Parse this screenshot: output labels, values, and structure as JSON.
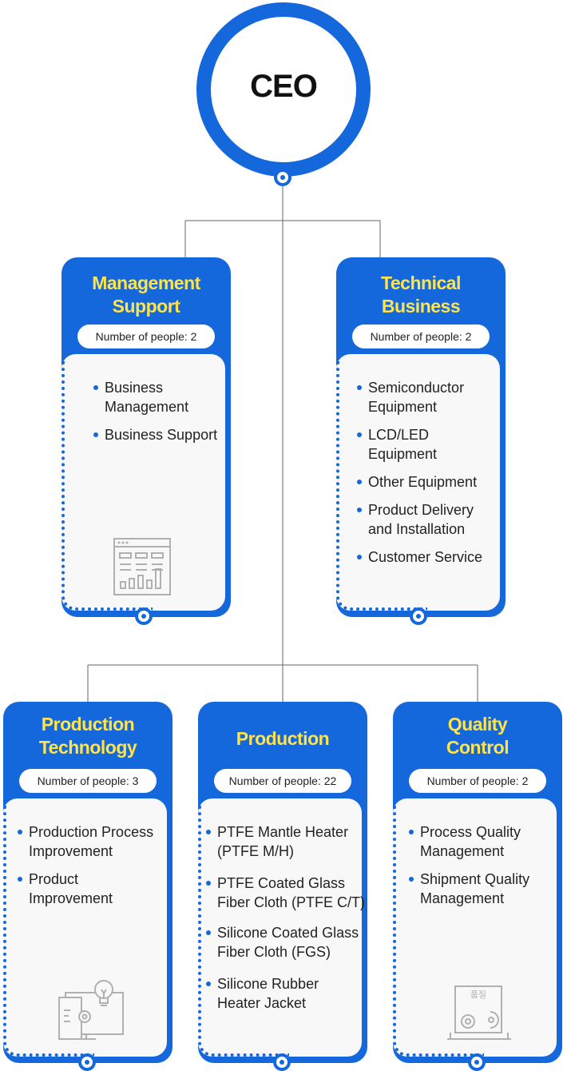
{
  "ceo": {
    "title": "CEO"
  },
  "departments": [
    {
      "name": "Management Support",
      "title_lines": [
        "Management",
        "Support"
      ],
      "people": "Number of people: 2",
      "items": [
        "Business Management",
        "Business Support"
      ],
      "icon": "report-chart-icon"
    },
    {
      "name": "Technical Business",
      "title_lines": [
        "Technical",
        "Business"
      ],
      "people": "Number of people: 2",
      "items": [
        "Semiconductor Equipment",
        "LCD/LED Equipment",
        "Other Equipment",
        "Product Delivery and Installation",
        "Customer Service"
      ],
      "icon": ""
    },
    {
      "name": "Production Technology",
      "title_lines": [
        "Production",
        "Technology"
      ],
      "people": "Number of people: 3",
      "items": [
        "Production Process Improvement",
        "Product Improvement"
      ],
      "icon": "computer-idea-gear-icon"
    },
    {
      "name": "Production",
      "title_lines": [
        "Production"
      ],
      "people": "Number of people: 22",
      "items": [
        "PTFE Mantle Heater (PTFE M/H)",
        "PTFE Coated Glass Fiber Cloth (PTFE C/T)",
        "Silicone Coated Glass Fiber Cloth (FGS)",
        "Silicone Rubber Heater Jacket"
      ],
      "icon": ""
    },
    {
      "name": "Quality Control",
      "title_lines": [
        "Quality",
        "Control"
      ],
      "people": "Number of people: 2",
      "items": [
        "Process Quality Management",
        "Shipment Quality Management"
      ],
      "icon": "quality-laptop-gear-icon",
      "icon_text": "품질"
    }
  ],
  "colors": {
    "primary": "#1468dc",
    "title": "#ffe34b",
    "line": "#666666",
    "inner_bg": "#f8f8f8"
  }
}
